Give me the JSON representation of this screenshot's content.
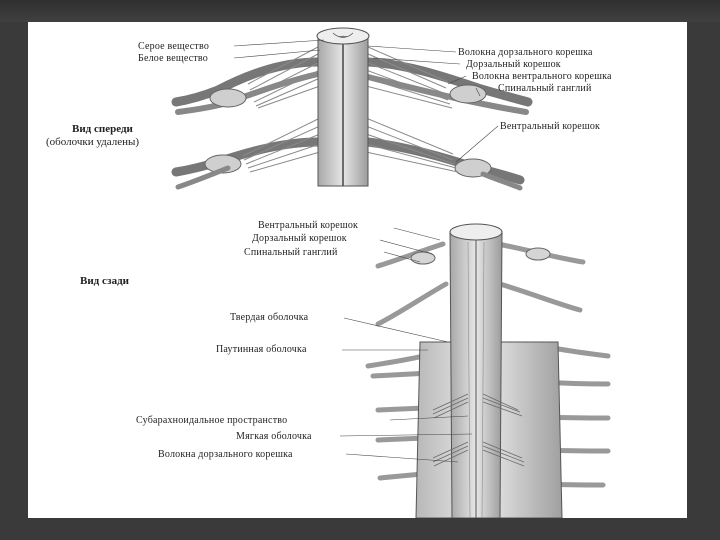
{
  "anterior_view": {
    "heading_line1": "Вид спереди",
    "heading_line2": "(оболочки удалены)",
    "labels_left": [
      "Серое вещество",
      "Белое вещество"
    ],
    "labels_right": [
      "Волокна дорзального корешка",
      "Дорзальный корешок",
      "Волокна вентрального корешка",
      "Спинальный ганглий",
      "Вентральный корешок"
    ]
  },
  "posterior_view": {
    "heading": "Вид сзади",
    "labels_top": [
      "Вентральный корешок",
      "Дорзальный корешок",
      "Спинальный ганглий"
    ],
    "labels_mid": [
      "Твердая оболочка",
      "Паутинная оболочка"
    ],
    "labels_bottom": [
      "Субарахноидальное пространство",
      "Мягкая оболочка",
      "Волокна дорзального корешка"
    ]
  },
  "colors": {
    "slide_background": "#ffffff",
    "frame": "#3a3a3a",
    "illustration_fill": "#d8d8d8",
    "illustration_stroke": "#555555"
  }
}
